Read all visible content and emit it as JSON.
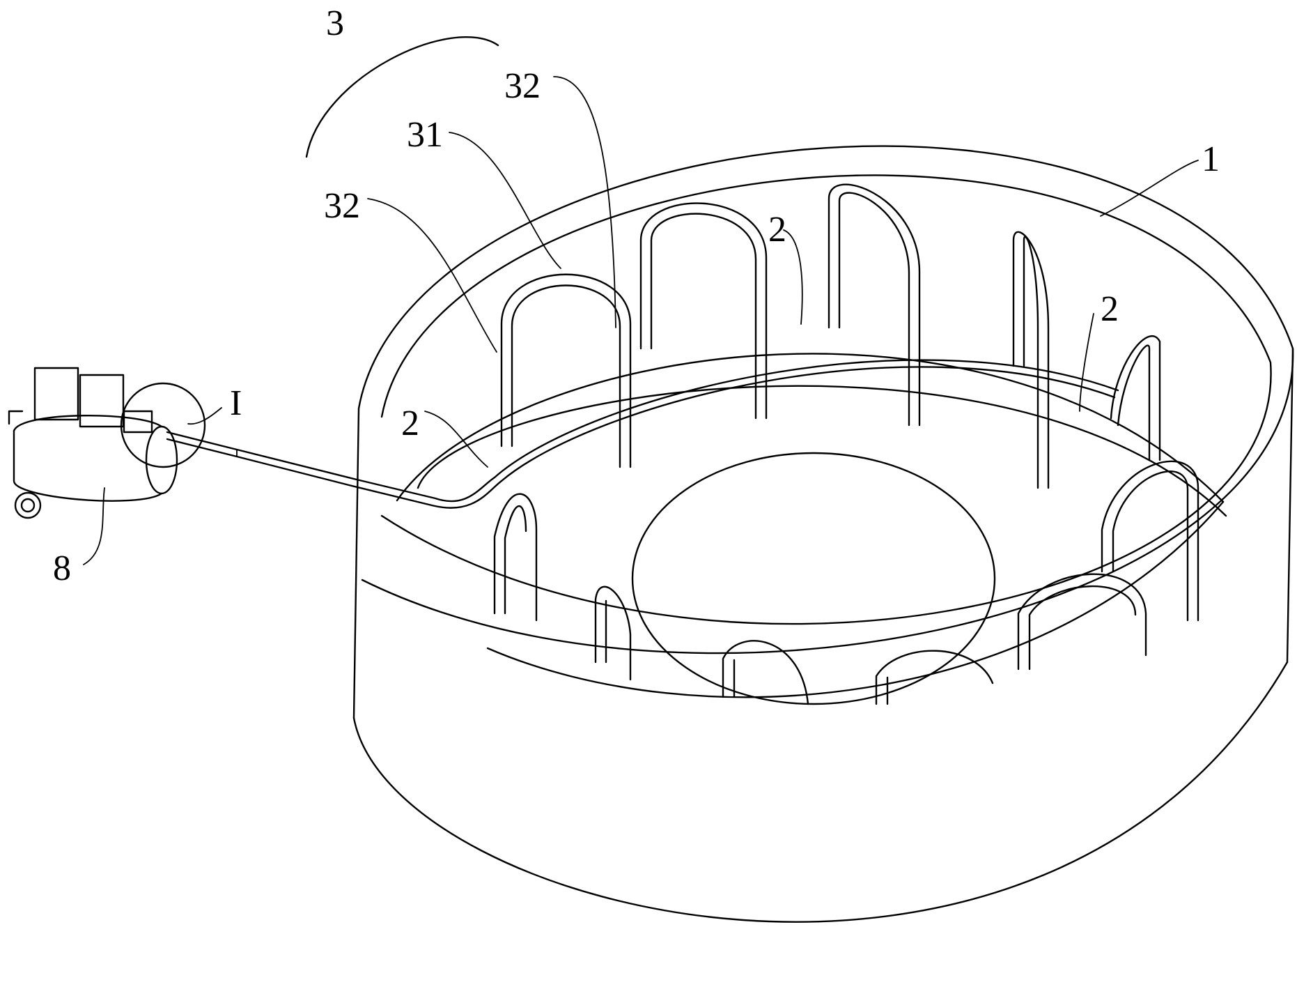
{
  "figure": {
    "labels": {
      "l3": "3",
      "l32_top": "32",
      "l31": "31",
      "l32_left": "32",
      "l1": "1",
      "l2_center": "2",
      "l2_right": "2",
      "l2_left": "2",
      "lI": "I",
      "l8": "8"
    },
    "components": {
      "tank": "1",
      "supply_pipe": "2",
      "heating_assembly": "3",
      "u_tube": "31",
      "tube_leg": "32",
      "air_compressor": "8",
      "detail_view": "I"
    }
  }
}
